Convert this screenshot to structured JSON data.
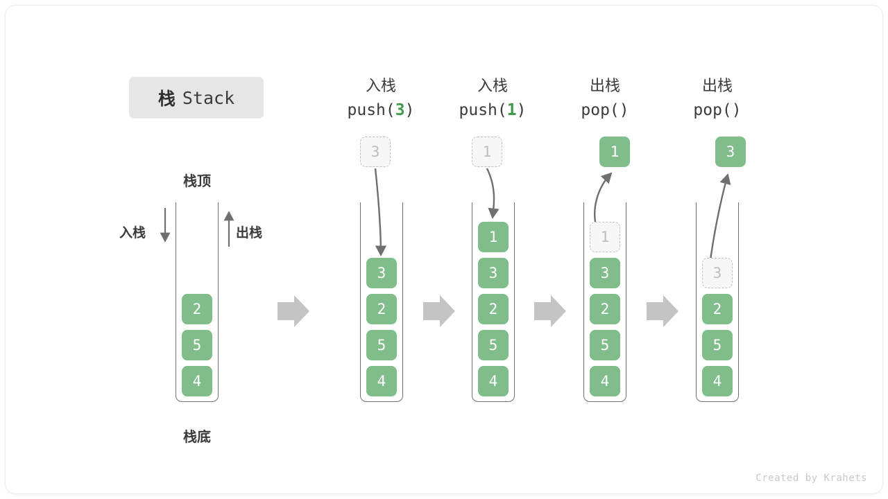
{
  "title": {
    "cn": "栈",
    "en": "Stack"
  },
  "labels": {
    "top": "栈顶",
    "bottom": "栈底",
    "push_side": "入栈",
    "pop_side": "出栈"
  },
  "colors": {
    "element_green": "#80bd8a",
    "arg_green": "#3f9a4e",
    "ghost_fill": "#f7f7f7",
    "ghost_border": "#bfbfbf",
    "wall": "#6f6f6f",
    "flow_arrow": "#c4c4c4",
    "badge_bg": "#e6e6e6",
    "text": "#3b3b3b"
  },
  "stages": [
    {
      "id": "initial",
      "header_cn": "",
      "header_code": "",
      "stack": [
        "2",
        "5",
        "4"
      ],
      "ghost_in_stack": null,
      "floating": null
    },
    {
      "id": "push-3",
      "header_cn": "入栈",
      "header_code": "push(",
      "header_arg": "3",
      "header_code_end": ")",
      "stack": [
        "3",
        "2",
        "5",
        "4"
      ],
      "ghost_in_stack": null,
      "floating": {
        "value": "3",
        "style": "ghost",
        "direction": "in"
      }
    },
    {
      "id": "push-1",
      "header_cn": "入栈",
      "header_code": "push(",
      "header_arg": "1",
      "header_code_end": ")",
      "stack": [
        "1",
        "3",
        "2",
        "5",
        "4"
      ],
      "ghost_in_stack": null,
      "floating": {
        "value": "1",
        "style": "ghost",
        "direction": "in"
      }
    },
    {
      "id": "pop-1",
      "header_cn": "出栈",
      "header_code": "pop(",
      "header_arg": "",
      "header_code_end": ")",
      "stack": [
        "3",
        "2",
        "5",
        "4"
      ],
      "ghost_in_stack": {
        "value": "1",
        "slot": 0
      },
      "floating": {
        "value": "1",
        "style": "solid",
        "direction": "out"
      }
    },
    {
      "id": "pop-2",
      "header_cn": "出栈",
      "header_code": "pop(",
      "header_arg": "",
      "header_code_end": ")",
      "stack": [
        "2",
        "5",
        "4"
      ],
      "ghost_in_stack": {
        "value": "3",
        "slot": 1
      },
      "floating": {
        "value": "3",
        "style": "solid",
        "direction": "out"
      }
    }
  ],
  "flow_arrows": 4,
  "footer": "Created by Krahets"
}
